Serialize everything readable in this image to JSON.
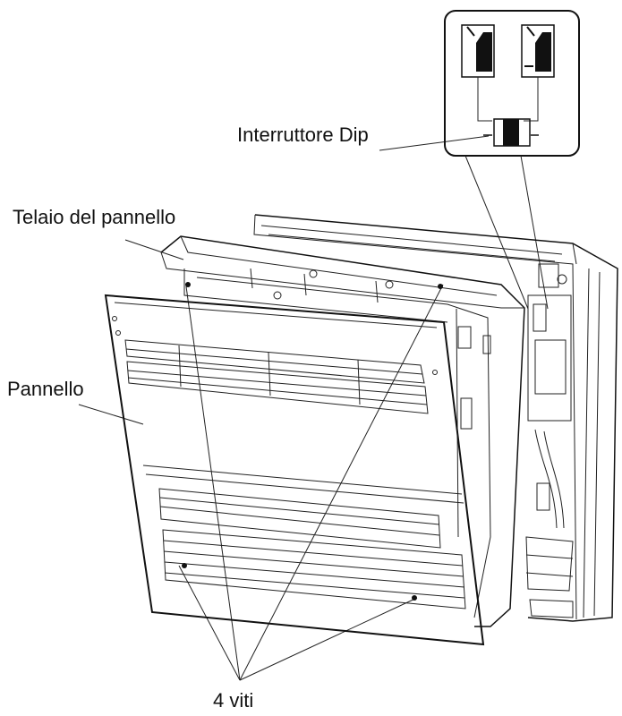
{
  "labels": {
    "dip_switch": "Interruttore Dip",
    "panel_frame": "Telaio del pannello",
    "panel": "Pannello",
    "screws": "4 viti"
  },
  "colors": {
    "line": "#111111",
    "background": "#ffffff",
    "fill_dark": "#111111"
  }
}
